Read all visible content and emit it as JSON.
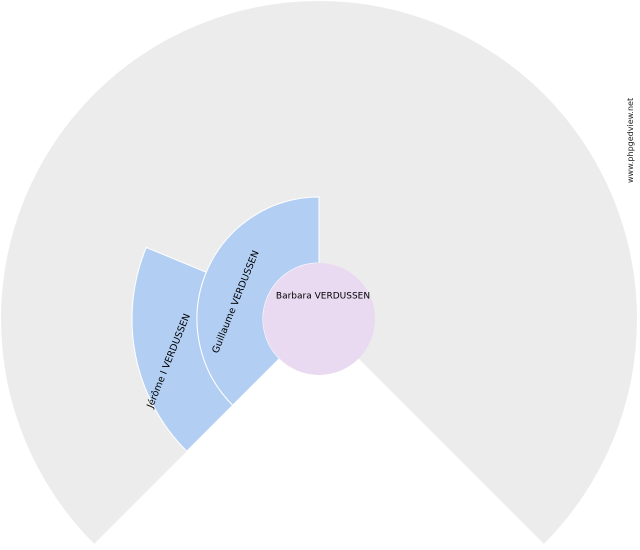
{
  "chart": {
    "root_person": "Barbara VERDUSSEN",
    "ancestors": [
      {
        "generation": 1,
        "name": "Guillaume VERDUSSEN",
        "relation": "father"
      },
      {
        "generation": 2,
        "name": "Jérôme I VERDUSSEN",
        "relation": "paternal-grandfather"
      }
    ]
  },
  "watermark": "www.phpgedview.net",
  "colors": {
    "background_fan": "#ececec",
    "male": "#b2cff3",
    "female": "#e9d9f1",
    "separator": "#ffffff"
  }
}
